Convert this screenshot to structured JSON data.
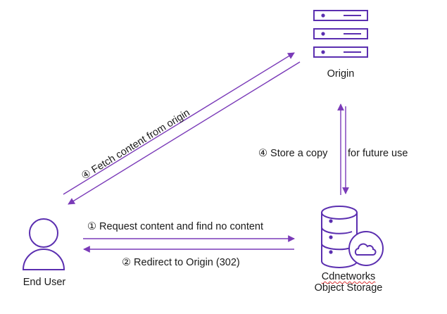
{
  "colors": {
    "accent": "#6a3fb5",
    "arrow": "#7a3ab8",
    "text": "#1a1a1a"
  },
  "nodes": {
    "origin": {
      "label": "Origin",
      "icon": "server-rack-icon"
    },
    "end_user": {
      "label": "End User",
      "icon": "user-icon"
    },
    "storage": {
      "label_line1": "Cdnetworks",
      "label_line2": "Object Storage",
      "icon": "database-cloud-icon"
    }
  },
  "edges": {
    "request": "① Request content and find no content",
    "redirect": "② Redirect to Origin (302)",
    "fetch": "④ Fetch content from origin",
    "store_left": "④ Store a copy",
    "store_right": "for future use"
  }
}
